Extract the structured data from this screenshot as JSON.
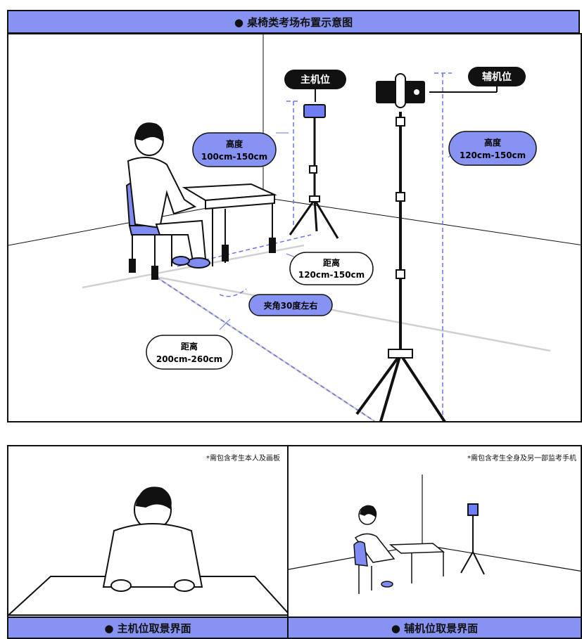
{
  "title": "● 桌椅类考场布置示意图",
  "labels": {
    "main_camera": "主机位",
    "aux_camera": "辅机位",
    "height_main_title": "高度",
    "height_main_value": "100cm-150cm",
    "height_aux_title": "高度",
    "height_aux_value": "120cm-150cm",
    "distance_main_title": "距离",
    "distance_main_value": "120cm-150cm",
    "angle": "夹角30度左右",
    "distance_aux_title": "距离",
    "distance_aux_value": "200cm-260cm"
  },
  "panels": {
    "left_note": "*需包含考生本人及画板",
    "right_note": "*需包含考生全身及另一部监考手机",
    "left_caption": "● 主机位取景界面",
    "right_caption": "● 辅机位取景界面"
  },
  "colors": {
    "accent": "#8793f2",
    "dash": "#6a72e6",
    "ink": "#111111"
  },
  "icons": [
    "phone-icon",
    "tripod-icon",
    "student-icon",
    "desk-icon",
    "chair-icon"
  ]
}
